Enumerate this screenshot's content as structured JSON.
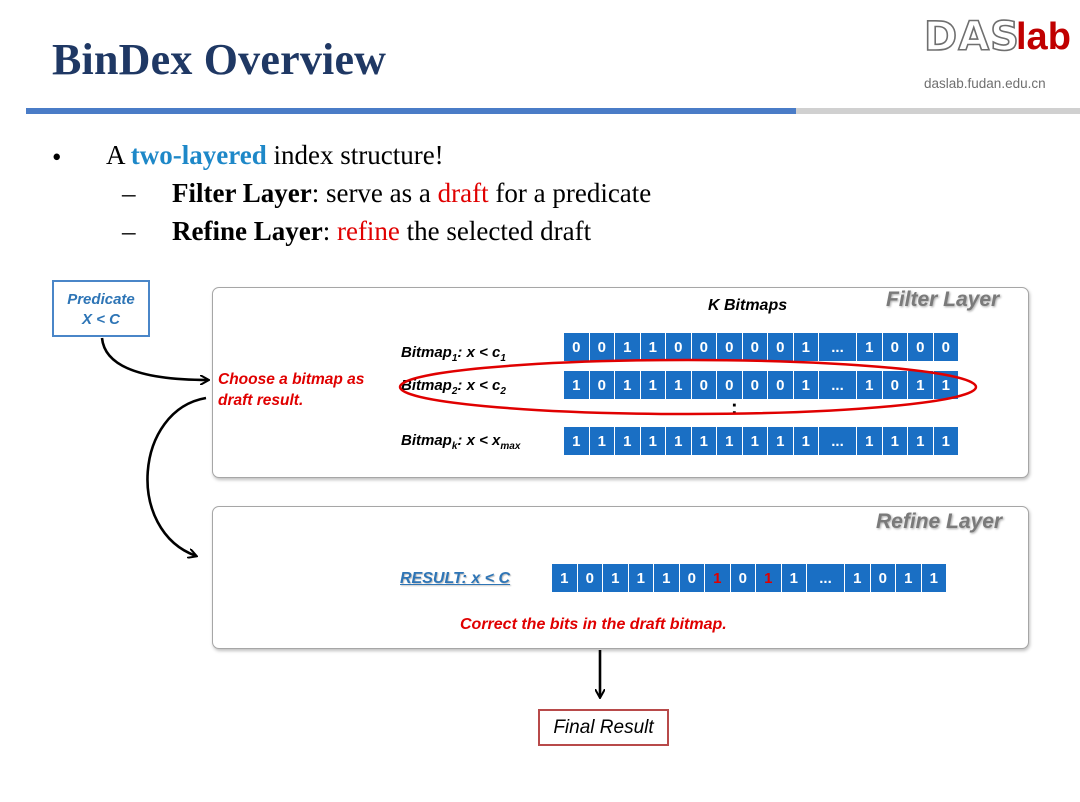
{
  "title": "BinDex Overview",
  "logo": {
    "das": "DAS",
    "lab": "lab",
    "url": "daslab.fudan.edu.cn"
  },
  "bullets": {
    "main": {
      "prefix": "A ",
      "highlight": "two-layered",
      "suffix": " index structure!"
    },
    "sub1": {
      "bold": "Filter Layer",
      "text1": ": serve as a ",
      "red": "draft",
      "text2": " for a predicate"
    },
    "sub2": {
      "bold": "Refine Layer",
      "text1": ": ",
      "red": "refine",
      "text2": " the selected draft"
    }
  },
  "predicate": {
    "line1": "Predicate",
    "line2": "X < C"
  },
  "filter_layer": {
    "title": "Filter Layer",
    "subtitle": "K Bitmaps",
    "choose_label": "Choose a bitmap as draft result.",
    "bitmaps": [
      {
        "name": "Bitmap",
        "sub": "1",
        "cond": ": x < c",
        "csub": "1",
        "bits": [
          "0",
          "0",
          "1",
          "1",
          "0",
          "0",
          "0",
          "0",
          "0",
          "1",
          "...",
          "1",
          "0",
          "0",
          "0"
        ]
      },
      {
        "name": "Bitmap",
        "sub": "2",
        "cond": ": x < c",
        "csub": "2",
        "bits": [
          "1",
          "0",
          "1",
          "1",
          "1",
          "0",
          "0",
          "0",
          "0",
          "1",
          "...",
          "1",
          "0",
          "1",
          "1"
        ]
      },
      {
        "name": "Bitmap",
        "sub": "k",
        "cond": ": x < x",
        "csub": "max",
        "bits": [
          "1",
          "1",
          "1",
          "1",
          "1",
          "1",
          "1",
          "1",
          "1",
          "1",
          "...",
          "1",
          "1",
          "1",
          "1"
        ]
      }
    ],
    "vdots": ":"
  },
  "refine_layer": {
    "title": "Refine Layer",
    "result_label": "RESULT: x < C",
    "bits": [
      "1",
      "0",
      "1",
      "1",
      "1",
      "0",
      "1",
      "0",
      "1",
      "1",
      "...",
      "1",
      "0",
      "1",
      "1"
    ],
    "highlight_indices": [
      6,
      8
    ],
    "correct_label": "Correct the bits in the draft bitmap."
  },
  "final_result": "Final Result",
  "colors": {
    "title": "#1f3864",
    "accent_blue": "#1e88c8",
    "red": "#e00000",
    "bit_blue": "#1a6fc4"
  }
}
